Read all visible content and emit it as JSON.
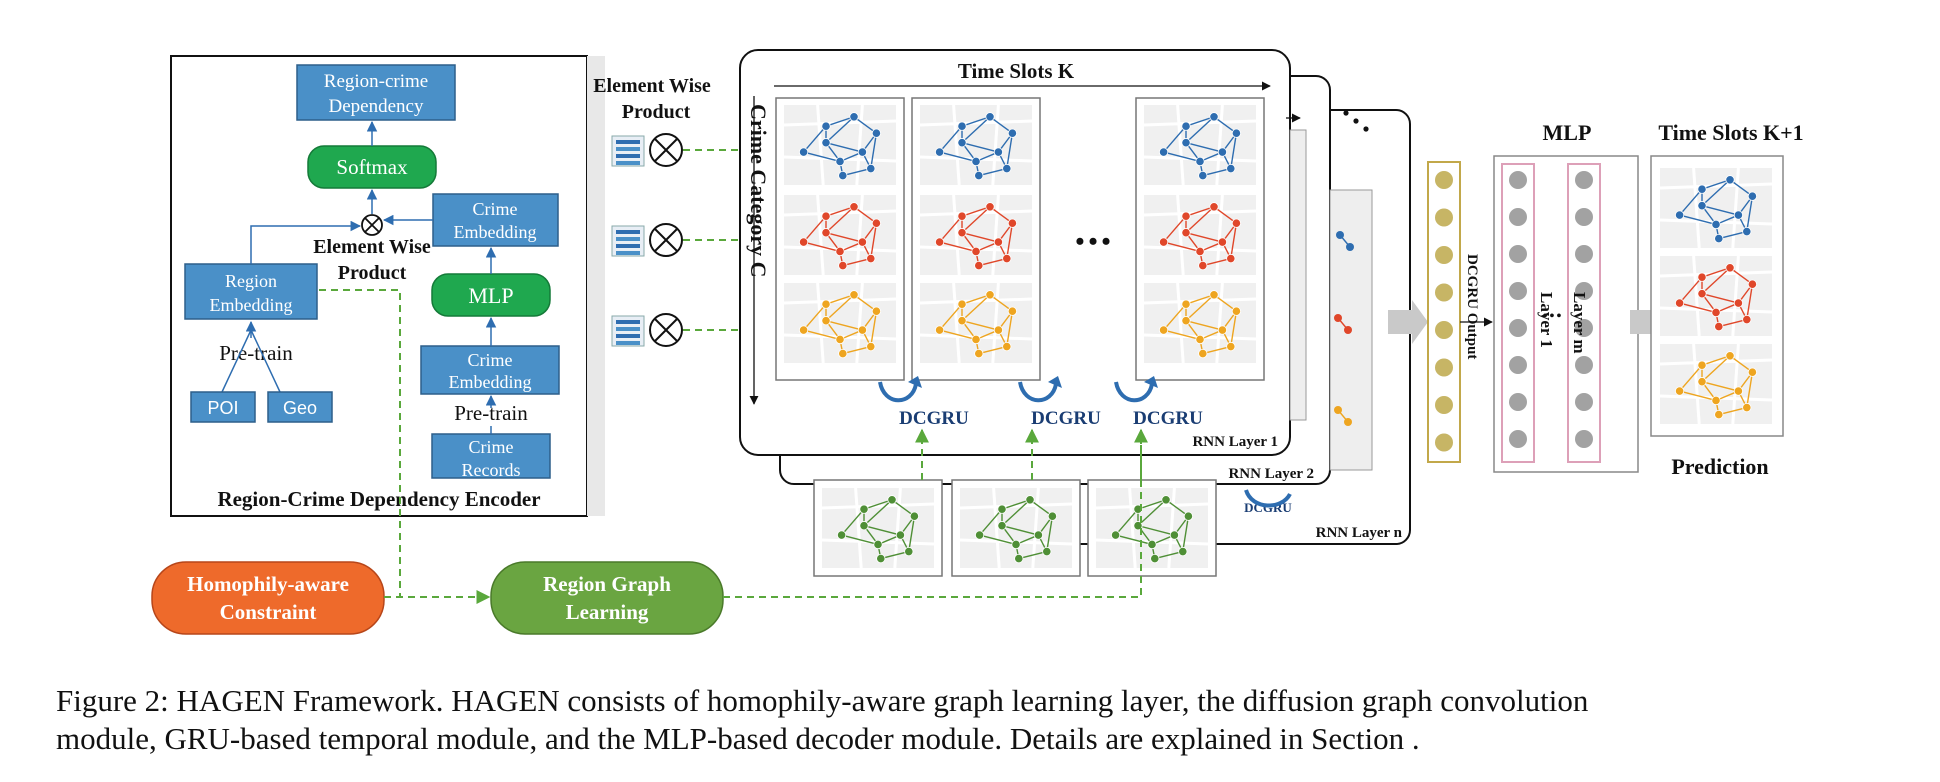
{
  "encoder": {
    "title": "Region-Crime Dependency Encoder",
    "dependency_lines": [
      "Region-crime",
      "Dependency"
    ],
    "softmax": "Softmax",
    "element_wise_lines": [
      "Element Wise",
      "Product"
    ],
    "region_embedding_lines": [
      "Region",
      "Embedding"
    ],
    "crime_embedding_top_lines": [
      "Crime",
      "Embedding"
    ],
    "mlp": "MLP",
    "crime_embedding_bottom_lines": [
      "Crime",
      "Embedding"
    ],
    "pretrain_left": "Pre-train",
    "pretrain_right": "Pre-train",
    "poi": "POI",
    "geo": "Geo",
    "crime_records_lines": [
      "Crime",
      "Records"
    ]
  },
  "element_wise_top_lines": [
    "Element Wise",
    "Product"
  ],
  "stack": {
    "time_slots": "Time Slots K",
    "crime_category": "Crime Category C",
    "ellipsis": "•••",
    "dcgru": "DCGRU",
    "rnn_layer_1": "RNN Layer 1",
    "rnn_layer_2": "RNN Layer 2",
    "rnn_layer_n": "RNN Layer n"
  },
  "dcgru_output": "DCGRU Output",
  "mlp_block": {
    "title": "MLP",
    "layer_1": "Layer 1",
    "layer_m": "Layer m",
    "ellipsis": "•••"
  },
  "prediction": {
    "title": "Time Slots K+1",
    "label": "Prediction"
  },
  "homophily": [
    "Homophily-aware",
    "Constraint"
  ],
  "region_graph": [
    "Region Graph",
    "Learning"
  ],
  "caption_lines": [
    "Figure 2: HAGEN Framework. HAGEN consists of homophily-aware graph learning layer, the diffusion graph convolution",
    "module, GRU-based temporal module, and the MLP-based decoder module. Details are explained in Section ."
  ],
  "colors": {
    "box_blue": "#4a90c8",
    "green_box": "#1fa84f",
    "orange_box": "#ee6a2b",
    "olive_box": "#6aa541",
    "graph_blue": "#2e6db0",
    "graph_red": "#e0472a",
    "graph_yellow": "#eea520",
    "graph_green": "#4f8f36",
    "arrow_blue": "#2e6db0",
    "dashed_green": "#5aa83c",
    "node_gray": "#a2a2a2",
    "node_olive": "#c7b565"
  }
}
